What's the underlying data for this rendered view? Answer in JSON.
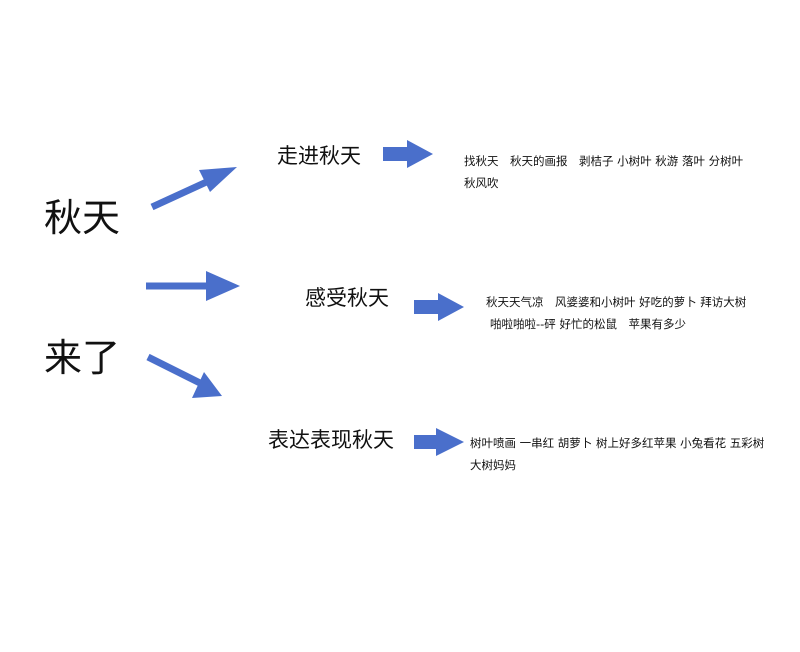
{
  "root": {
    "line1": "秋天",
    "line2": "来了"
  },
  "arrow_color": "#4a6fcb",
  "branches": [
    {
      "title": "走进秋天",
      "lessons_line1": "找秋天　秋天的画报　剥桔子  小树叶  秋游  落叶  分树叶",
      "lessons_line2": "秋风吹"
    },
    {
      "title": "感受秋天",
      "lessons_line1": "秋天天气凉　风婆婆和小树叶  好吃的萝卜  拜访大树",
      "lessons_line2": "啪啦啪啦--砰  好忙的松鼠　苹果有多少"
    },
    {
      "title": "表达表现秋天",
      "lessons_line1": "树叶喷画  一串红  胡萝卜  树上好多红苹果  小兔看花  五彩树",
      "lessons_line2": "大树妈妈"
    }
  ]
}
